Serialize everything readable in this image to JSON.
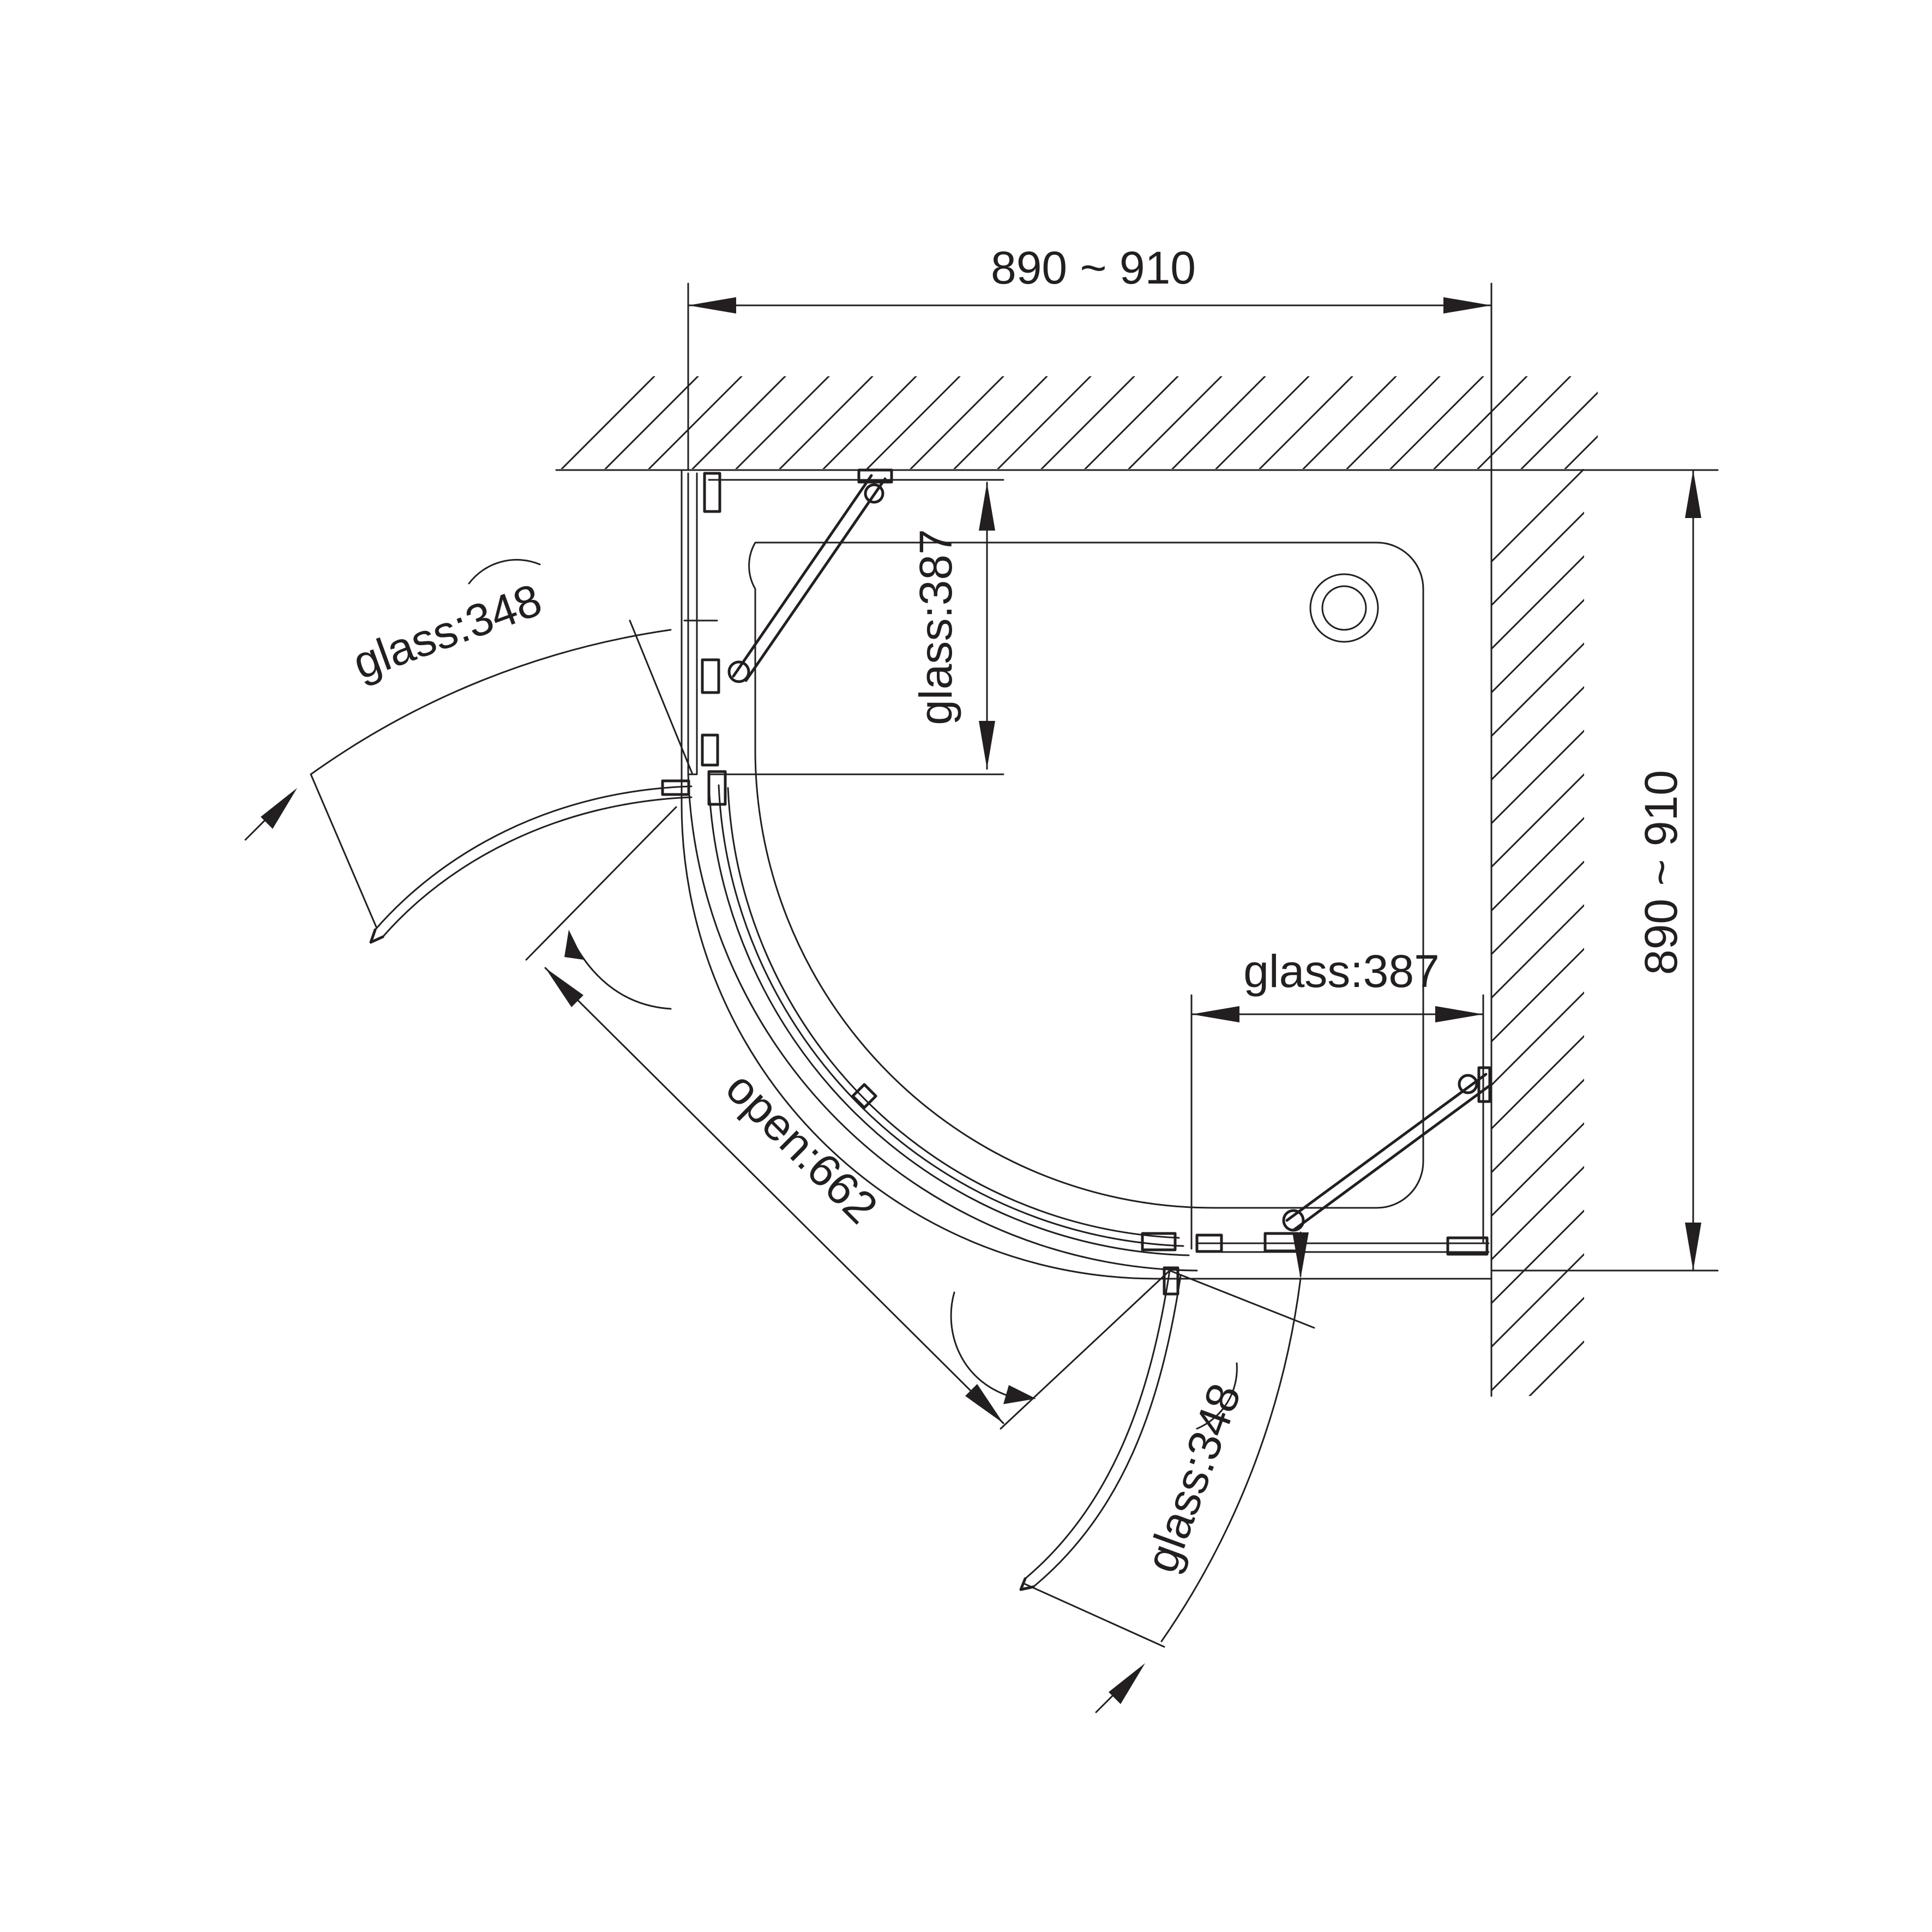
{
  "dimensions": {
    "top_width": "890 ~ 910",
    "right_depth": "890 ~ 910",
    "left_panel_glass": "glass:387",
    "bottom_panel_glass": "glass:387",
    "left_door_glass": "glass:348",
    "bottom_door_glass": "glass:348",
    "opening": "open:662"
  }
}
